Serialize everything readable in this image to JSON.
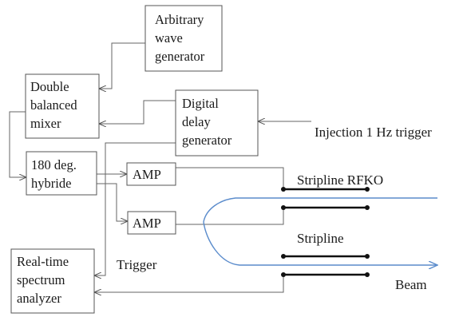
{
  "blocks": {
    "awg": {
      "lines": [
        "Arbitrary",
        "wave",
        "generator"
      ]
    },
    "mixer": {
      "lines": [
        "Double",
        "balanced",
        "mixer"
      ]
    },
    "delay": {
      "lines": [
        "Digital",
        "delay",
        "generator"
      ]
    },
    "hybrid": {
      "lines": [
        "180 deg.",
        "hybride"
      ]
    },
    "amp1": {
      "lines": [
        "AMP"
      ]
    },
    "amp2": {
      "lines": [
        "AMP"
      ]
    },
    "analyzer": {
      "lines": [
        "Real-time",
        "spectrum",
        "analyzer"
      ]
    }
  },
  "labels": {
    "injection_trigger": "Injection 1 Hz trigger",
    "stripline_rfko": "Stripline RFKO",
    "stripline": "Stripline",
    "trigger": "Trigger",
    "beam": "Beam"
  },
  "colors": {
    "beam": "#5b8ccc",
    "box_border": "#555555",
    "wire": "#666666",
    "electrode": "#111111"
  }
}
